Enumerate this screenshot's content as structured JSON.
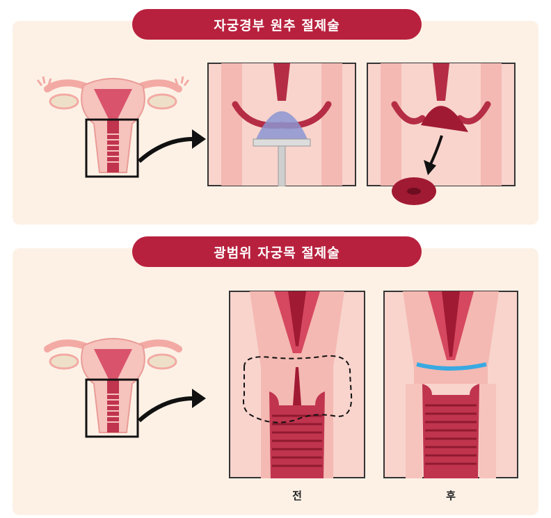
{
  "sections": [
    {
      "title": "자궁경부 원추 절제술"
    },
    {
      "title": "광범위 자궁목 절제술",
      "captions": [
        "전",
        "후"
      ]
    }
  ],
  "colors": {
    "accent": "#b8213e",
    "panel_bg": "#fdf1e6",
    "tissue_pink": "#f6c3bd",
    "tissue_dark": "#b52d44",
    "suture_blue": "#39a9e2"
  }
}
